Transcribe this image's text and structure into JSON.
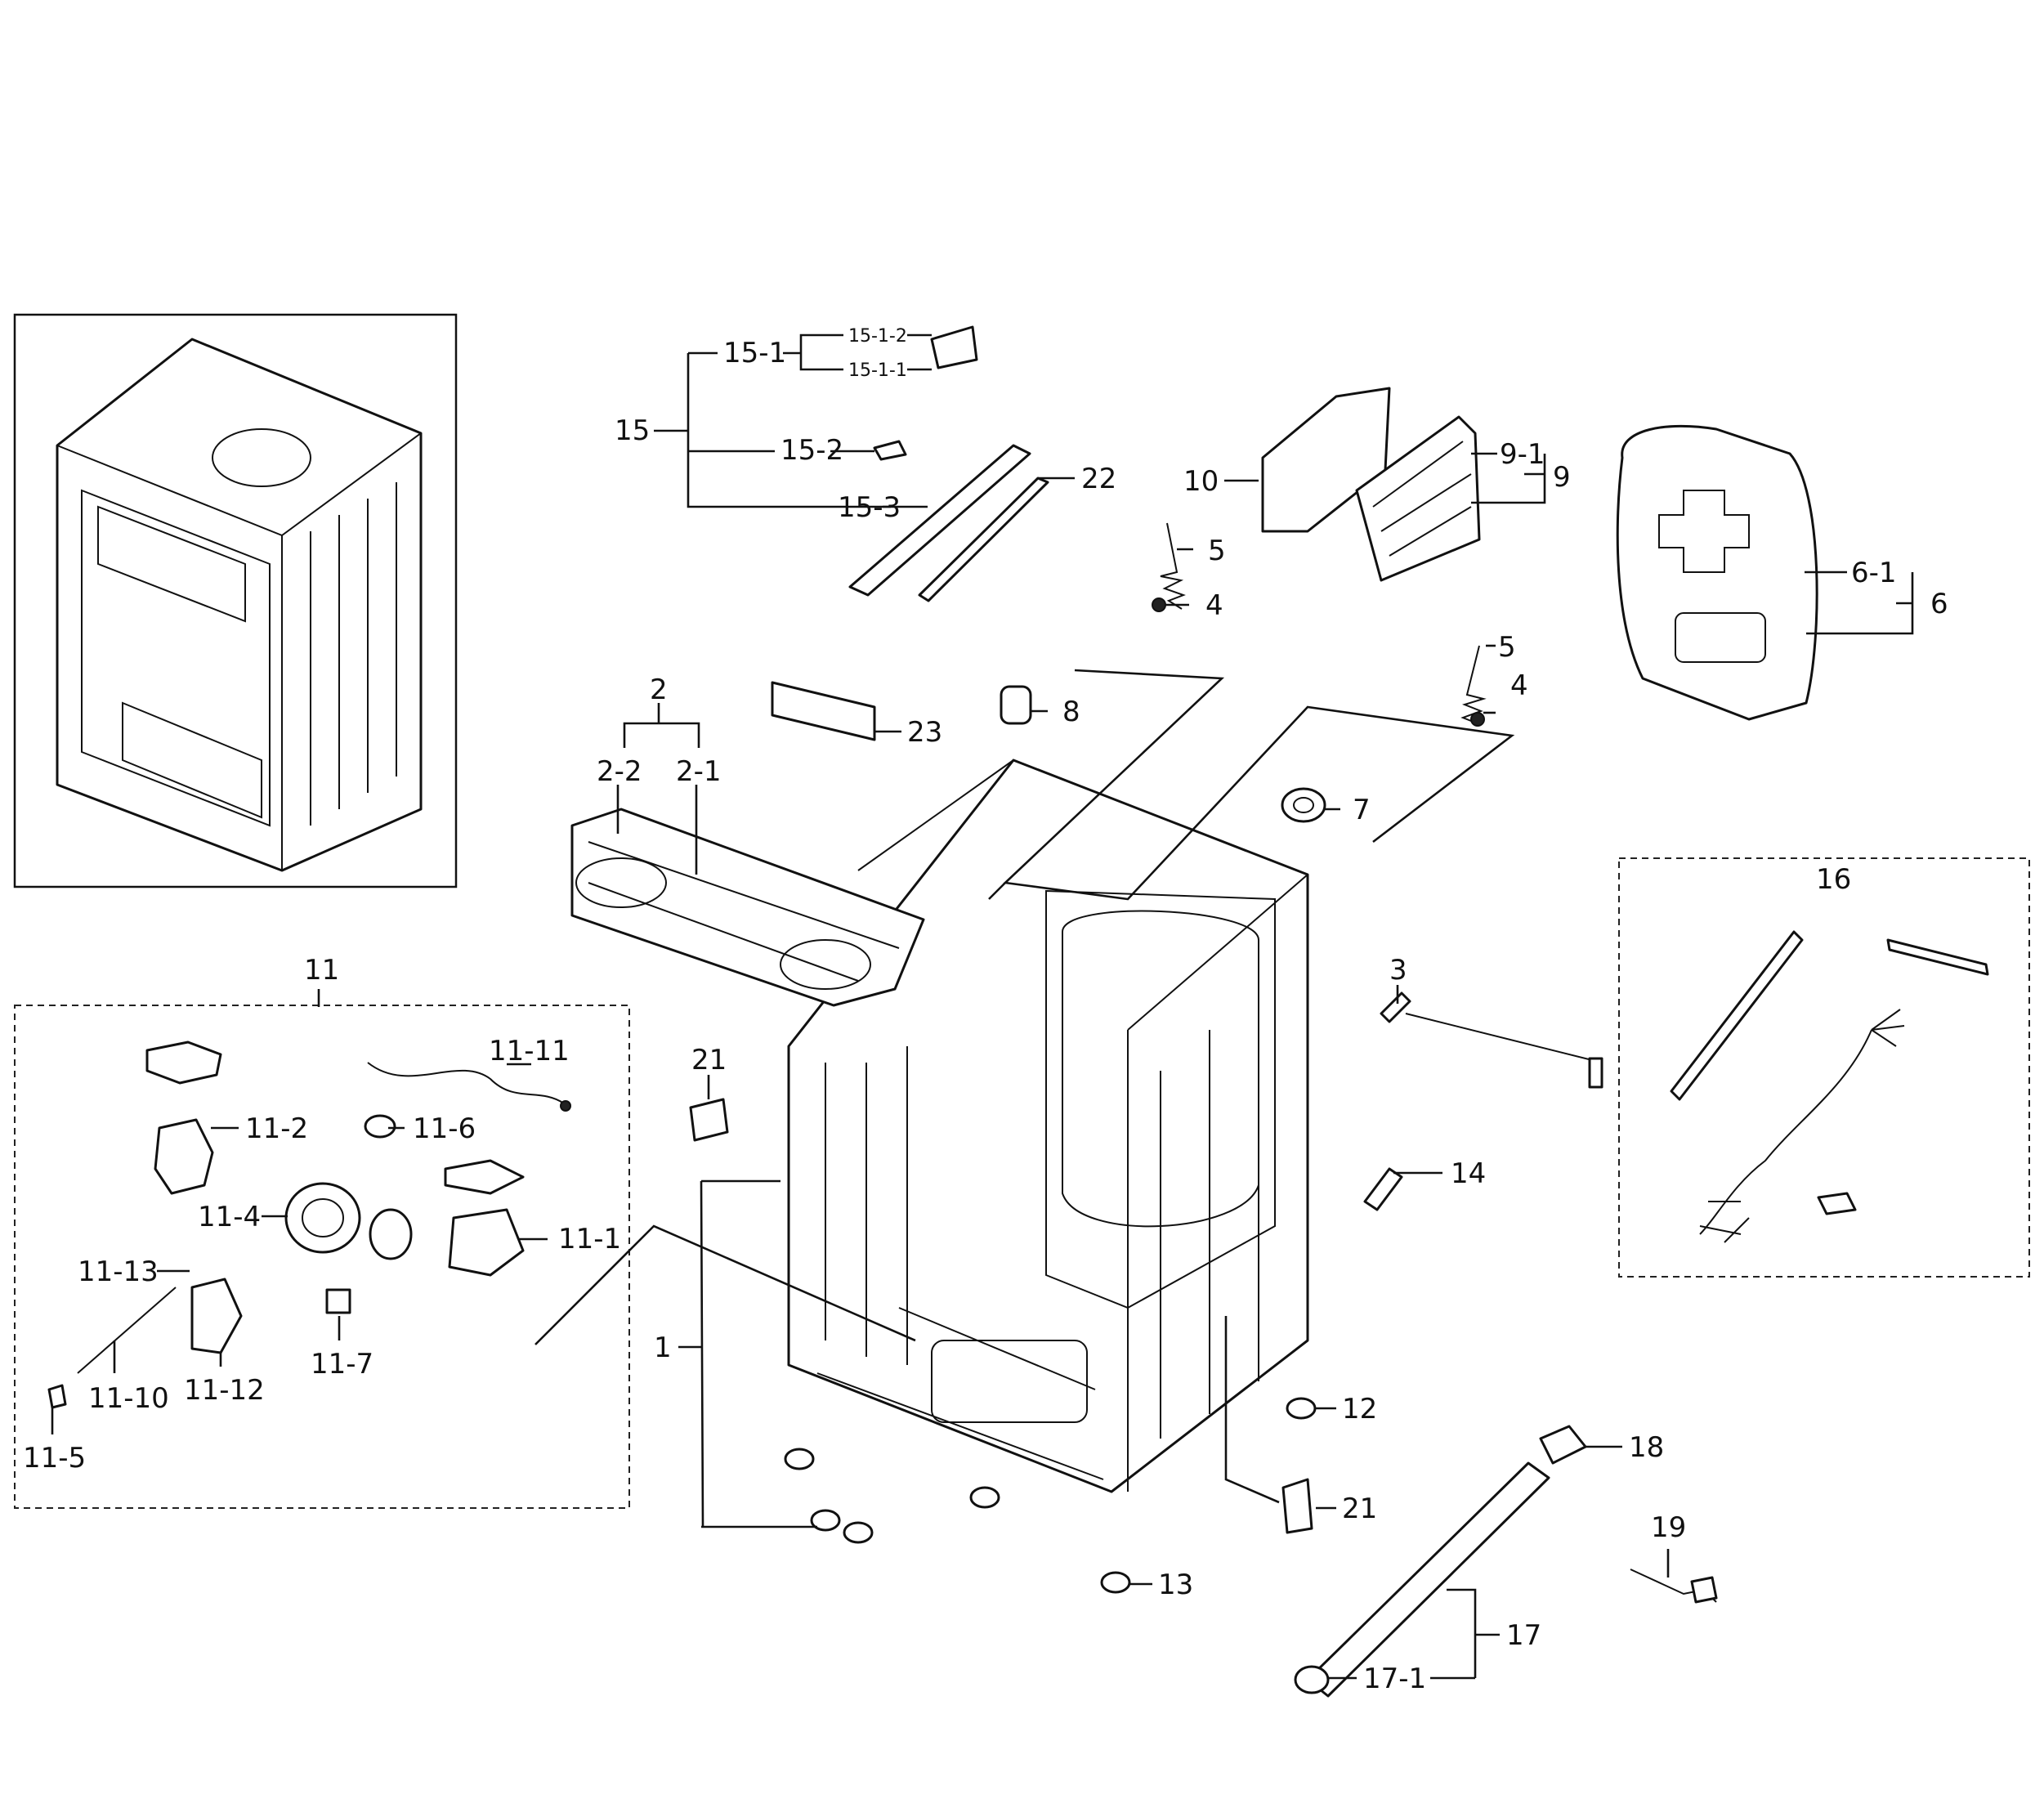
{
  "labels": {
    "l1": "1",
    "l2": "2",
    "l2_1": "2-1",
    "l2_2": "2-2",
    "l3": "3",
    "l4a": "4",
    "l4b": "4",
    "l5a": "5",
    "l5b": "5",
    "l6": "6",
    "l6_1": "6-1",
    "l7": "7",
    "l8": "8",
    "l9": "9",
    "l9_1": "9-1",
    "l10": "10",
    "l11": "11",
    "l11_1": "11-1",
    "l11_2": "11-2",
    "l11_4": "11-4",
    "l11_5": "11-5",
    "l11_6": "11-6",
    "l11_7": "11-7",
    "l11_10": "11-10",
    "l11_11": "11-11",
    "l11_12": "11-12",
    "l11_13": "11-13",
    "l12": "12",
    "l13": "13",
    "l14": "14",
    "l15": "15",
    "l15_1": "15-1",
    "l15_1_1": "15-1-1",
    "l15_1_2": "15-1-2",
    "l15_2": "15-2",
    "l15_3": "15-3",
    "l16": "16",
    "l17": "17",
    "l17_1": "17-1",
    "l18": "18",
    "l19": "19",
    "l21a": "21",
    "l21b": "21",
    "l22": "22",
    "l23": "23"
  },
  "colors": {
    "line": "#111111",
    "background": "#ffffff"
  }
}
